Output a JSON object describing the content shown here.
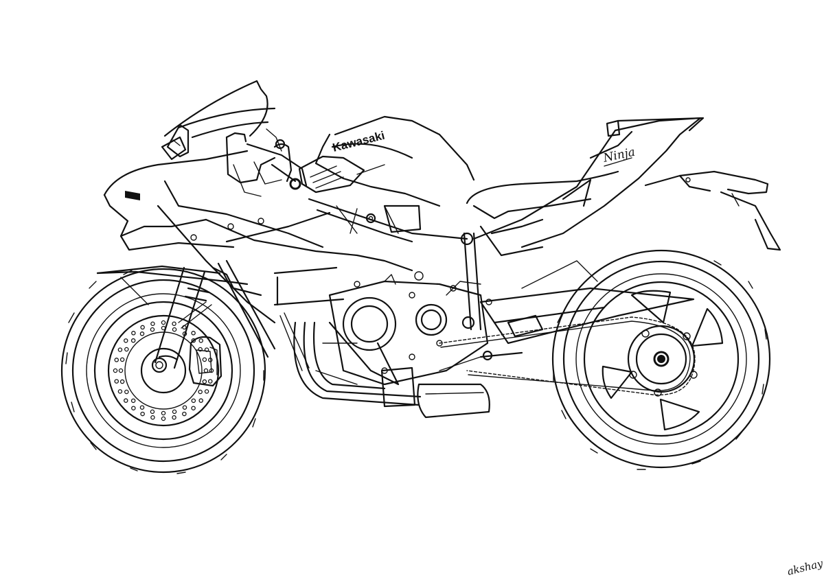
{
  "illustration": {
    "subject": "Motorcycle line-art sketch",
    "style": "black ink line drawing on white",
    "background_color": "#ffffff",
    "stroke_color": "#111111"
  },
  "labels": {
    "tank_brand": "Kawasaki",
    "tail_model": "Ninja",
    "signature": "akshay"
  }
}
